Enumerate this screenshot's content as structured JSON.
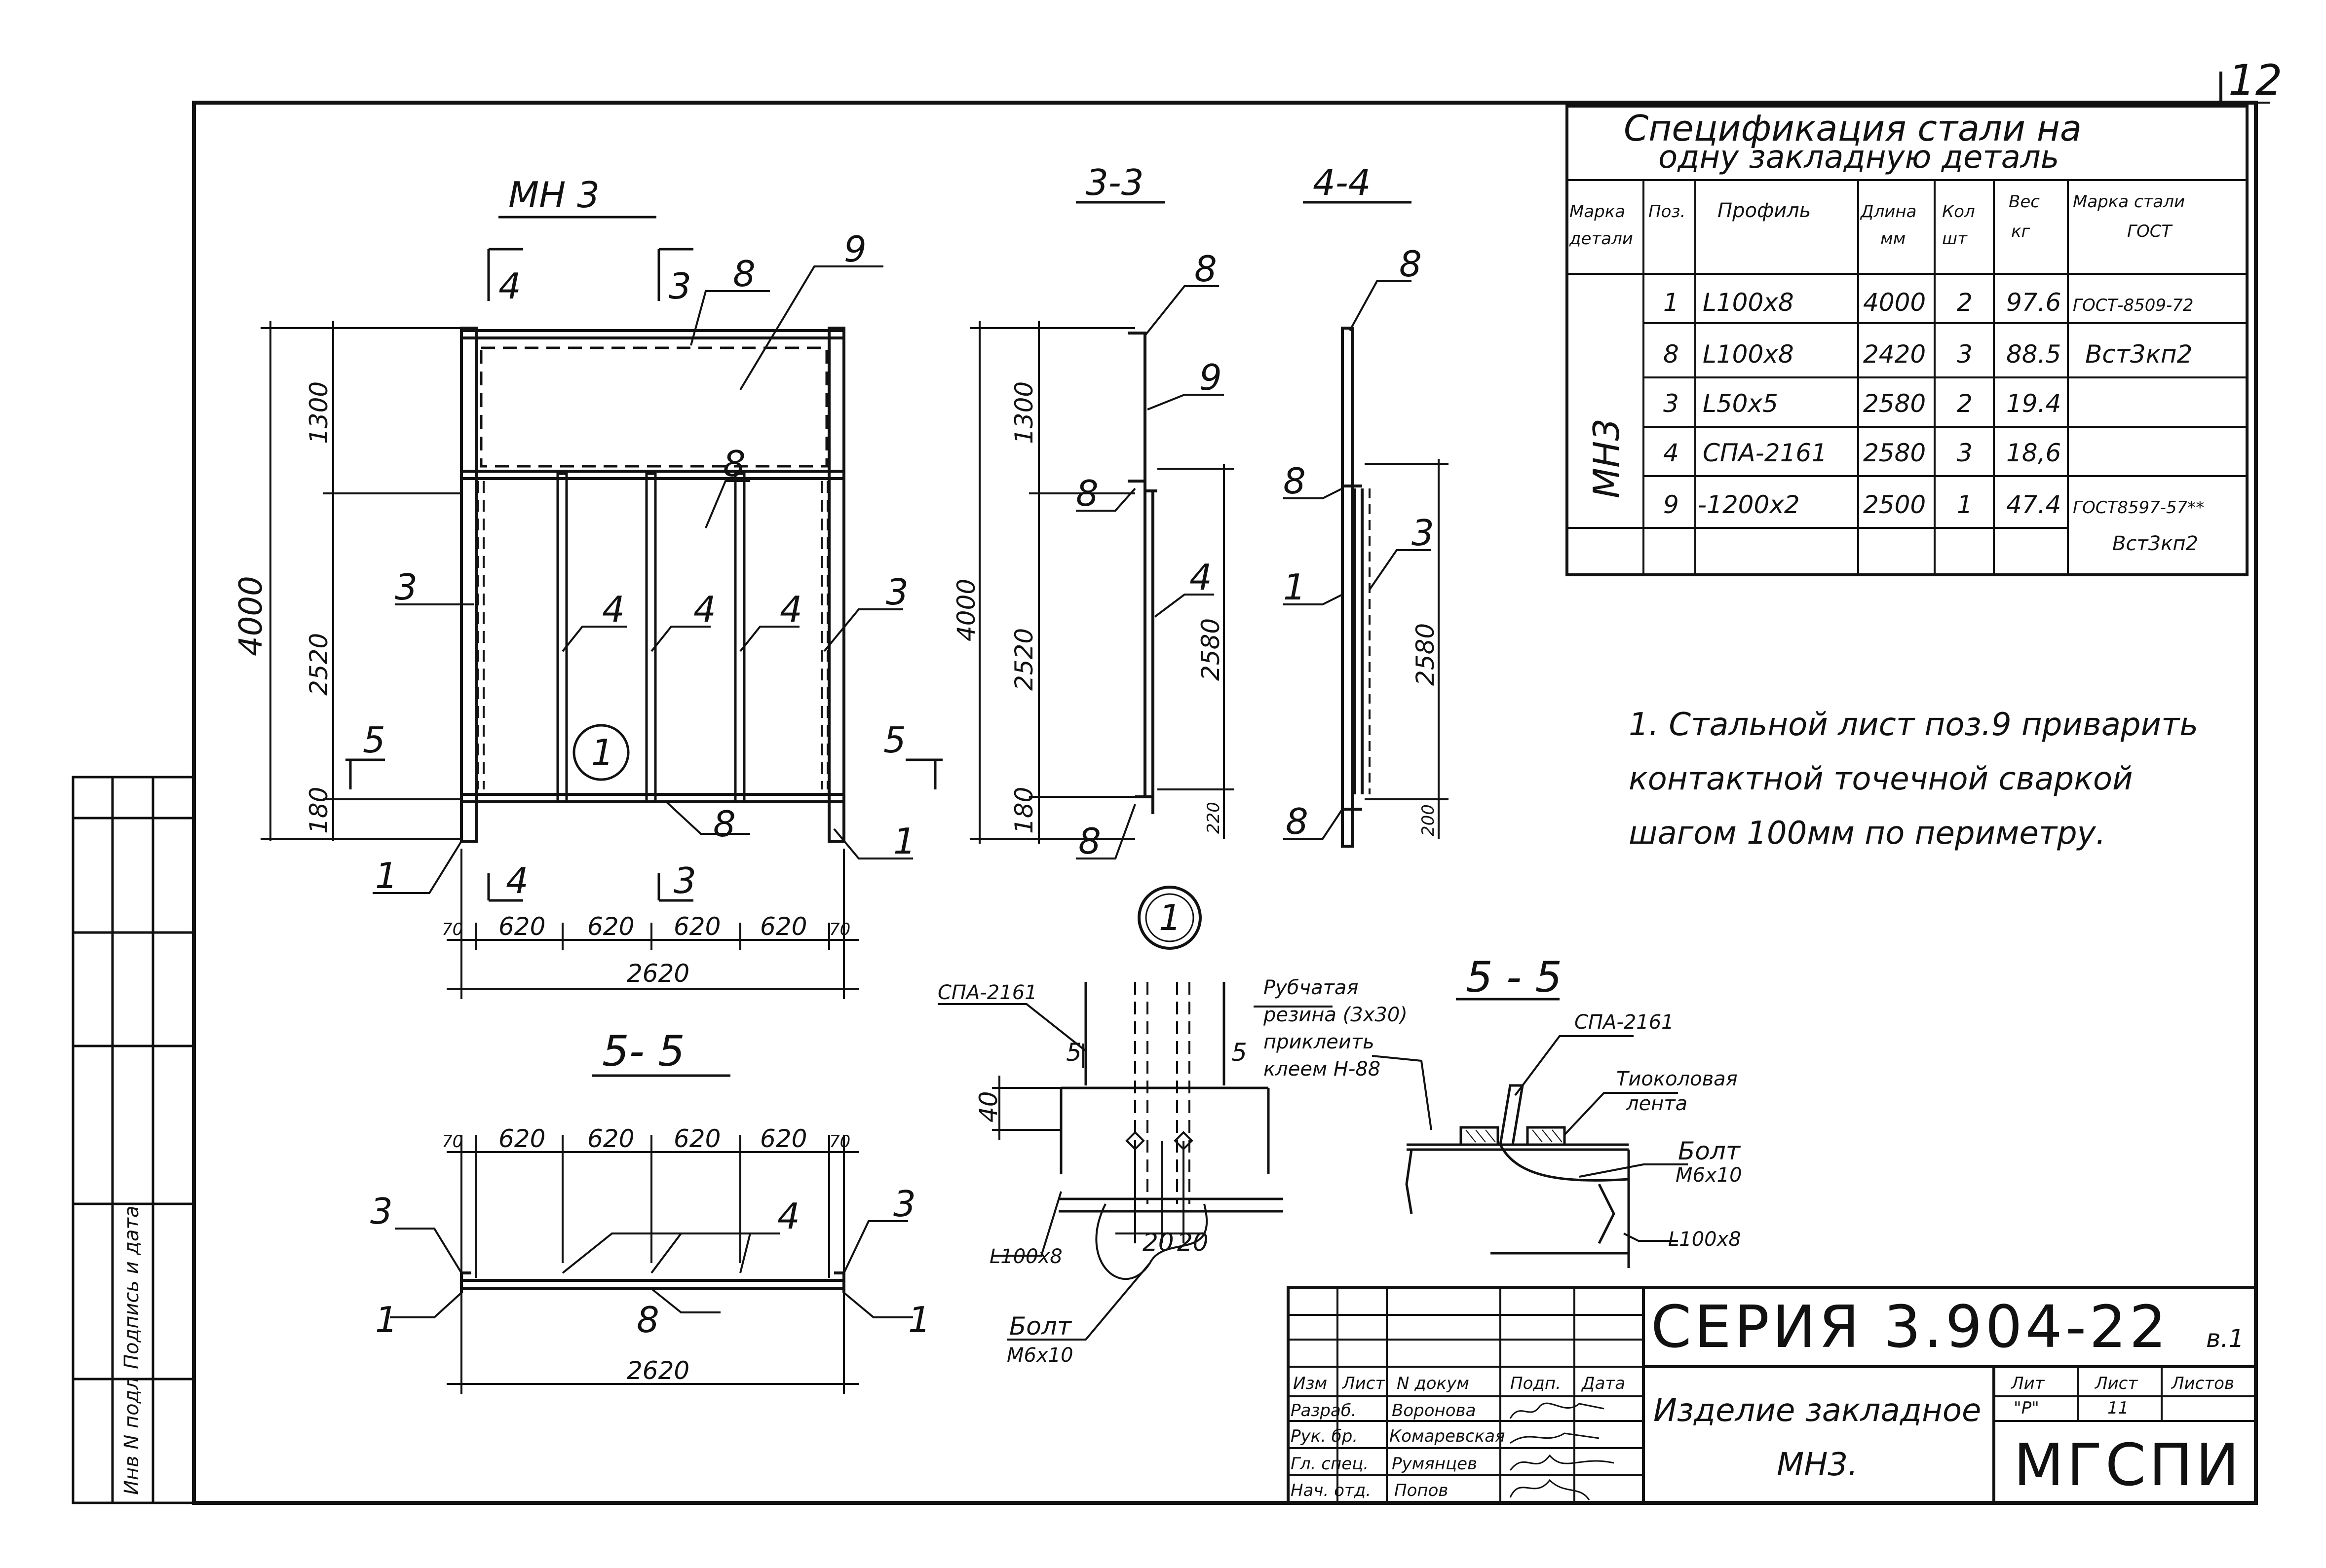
{
  "page_number": "12",
  "views": {
    "main": {
      "title": "МН 3",
      "cut_marks": [
        "4",
        "3",
        "5"
      ],
      "heights": [
        "4000",
        "1300",
        "2520",
        "180"
      ],
      "widths": [
        "70",
        "620",
        "620",
        "620",
        "620",
        "70"
      ],
      "total_width": "2620",
      "callouts": [
        "8",
        "9",
        "3",
        "4",
        "4",
        "4",
        "3",
        "8",
        "1",
        "1",
        "1"
      ]
    },
    "section_33": {
      "title": "3-3",
      "dims": [
        "4000",
        "1300",
        "2520",
        "180",
        "2580",
        "220"
      ],
      "callouts": [
        "8",
        "9",
        "8",
        "4",
        "8"
      ]
    },
    "section_44": {
      "title": "4-4",
      "dims": [
        "2580",
        "200"
      ],
      "callouts": [
        "8",
        "8",
        "1",
        "3",
        "8"
      ]
    },
    "section_55": {
      "title": "5- 5",
      "widths": [
        "70",
        "620",
        "620",
        "620",
        "620",
        "70"
      ],
      "total": "2620",
      "callouts": [
        "3",
        "4",
        "3",
        "1",
        "8",
        "1"
      ]
    },
    "detail1": {
      "number": "1",
      "labels": {
        "profile": "СПА-2161",
        "rubber_1": "Рубчатая",
        "rubber_2": "резина (3х30)",
        "rubber_3": "приклеить",
        "rubber_4": "клеем Н-88",
        "angle": "L100х8",
        "bolt_1": "Болт",
        "bolt_2": "М6х10"
      },
      "dims": [
        "40",
        "20",
        "20"
      ],
      "cut": "5"
    },
    "section_55_detail": {
      "title": "5 - 5",
      "profile": "СПА-2161",
      "tape_1": "Тиоколовая",
      "tape_2": "лента",
      "bolt_1": "Болт",
      "bolt_2": "М6х10",
      "angle": "L100х8"
    }
  },
  "spec_table": {
    "title_1": "Спецификация стали на",
    "title_2": "одну закладную деталь",
    "headers": [
      "Марка детали",
      "Поз.",
      "Профиль",
      "Длина мм",
      "Кол шт",
      "Вес кг",
      "Марка стали ГОСТ"
    ],
    "header_lines": [
      [
        "Марка",
        "детали"
      ],
      [
        "Поз."
      ],
      [
        "Профиль"
      ],
      [
        "Длина",
        "мм"
      ],
      [
        "Кол",
        "шт"
      ],
      [
        "Вес",
        "кг"
      ],
      [
        "Марка стали",
        "ГОСТ"
      ]
    ],
    "mark": "МН3",
    "rows": [
      {
        "pos": "1",
        "profile": "L100х8",
        "length": "4000",
        "qty": "2",
        "weight": "97.6",
        "steel": "ГОСТ-8509-72"
      },
      {
        "pos": "8",
        "profile": "L100х8",
        "length": "2420",
        "qty": "3",
        "weight": "88.5",
        "steel": "Вст3кп2"
      },
      {
        "pos": "3",
        "profile": "L50х5",
        "length": "2580",
        "qty": "2",
        "weight": "19.4",
        "steel": ""
      },
      {
        "pos": "4",
        "profile": "СПА-2161",
        "length": "2580",
        "qty": "3",
        "weight": "18,6",
        "steel": ""
      },
      {
        "pos": "9",
        "profile": "-1200х2",
        "length": "2500",
        "qty": "1",
        "weight": "47.4",
        "steel": "ГОСТ8597-57**"
      },
      {
        "pos": "",
        "profile": "",
        "length": "",
        "qty": "",
        "weight": "",
        "steel": "Вст3кп2"
      }
    ]
  },
  "note": [
    "1. Стальной лист поз.9 приварить",
    "контактной точечной сваркой",
    "шагом 100мм по периметру."
  ],
  "title_block": {
    "series": "СЕРИЯ   3.904-22",
    "issue": "в.1",
    "columns": [
      "Изм",
      "Лист",
      "N докум",
      "Подп.",
      "Дата"
    ],
    "rows": [
      {
        "role": "Разраб.",
        "name": "Воронова"
      },
      {
        "role": "Рук. бр.",
        "name": "Комаревская"
      },
      {
        "role": "Гл. спец.",
        "name": "Румянцев"
      },
      {
        "role": "Нач. отд.",
        "name": "Попов"
      }
    ],
    "name_1": "Изделие закладное",
    "name_2": "МН3.",
    "lit_label": "Лит",
    "sheet_label": "Лист",
    "sheets_label": "Листов",
    "lit_value": "\"Р\"",
    "sheet_value": "11",
    "org": "МГСПИ"
  },
  "side_stamp": [
    "Инв N подл",
    "Подпись и дата"
  ]
}
